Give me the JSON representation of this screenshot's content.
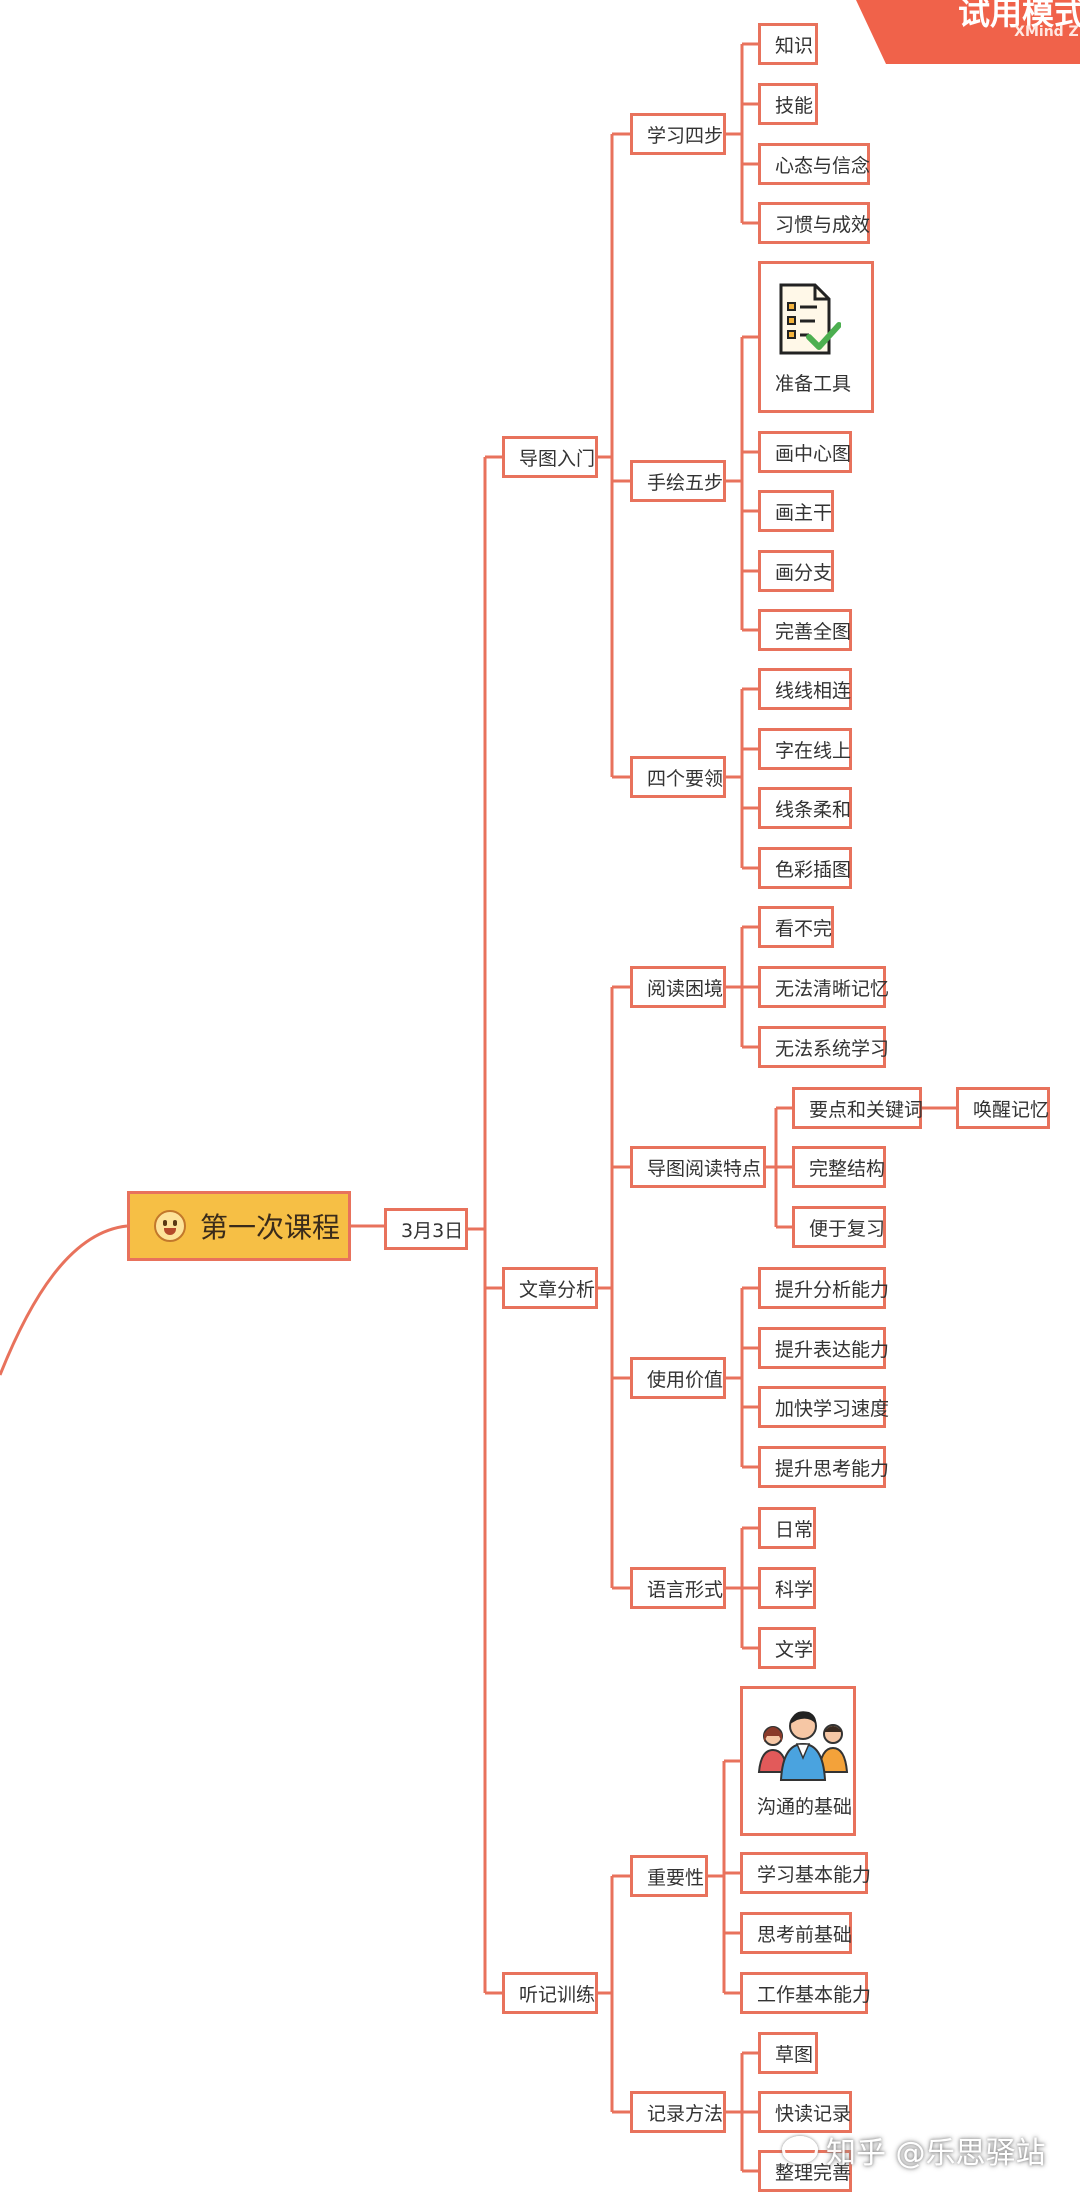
{
  "banner": {
    "title": "试用模式",
    "brand": "XMind ZEN"
  },
  "watermark": "知乎 @乐思驿站",
  "colors": {
    "line": "#e8725c",
    "root_fill": "#f6bf45",
    "banner": "#f0624a"
  },
  "mindmap": {
    "root": "第一次课程",
    "date": "3月3日",
    "branches": [
      {
        "label": "导图入门",
        "children": [
          {
            "label": "学习四步",
            "children": [
              "知识",
              "技能",
              "心态与信念",
              "习惯与成效"
            ]
          },
          {
            "label": "手绘五步",
            "children": [
              "准备工具",
              "画中心图",
              "画主干",
              "画分支",
              "完善全图"
            ]
          },
          {
            "label": "四个要领",
            "children": [
              "线线相连",
              "字在线上",
              "线条柔和",
              "色彩插图"
            ]
          }
        ]
      },
      {
        "label": "文章分析",
        "children": [
          {
            "label": "阅读困境",
            "children": [
              "看不完",
              "无法清晰记忆",
              "无法系统学习"
            ]
          },
          {
            "label": "导图阅读特点",
            "children": [
              "要点和关键词",
              "唤醒记忆",
              "完整结构",
              "便于复习"
            ]
          },
          {
            "label": "使用价值",
            "children": [
              "提升分析能力",
              "提升表达能力",
              "加快学习速度",
              "提升思考能力"
            ]
          },
          {
            "label": "语言形式",
            "children": [
              "日常",
              "科学",
              "文学"
            ]
          }
        ]
      },
      {
        "label": "听记训练",
        "children": [
          {
            "label": "重要性",
            "children": [
              "沟通的基础",
              "学习基本能力",
              "思考前基础",
              "工作基本能力"
            ]
          },
          {
            "label": "记录方法",
            "children": [
              "草图",
              "快读记录",
              "整理完善"
            ]
          }
        ]
      }
    ]
  }
}
